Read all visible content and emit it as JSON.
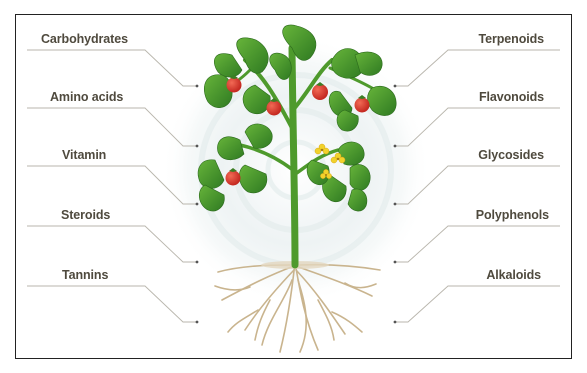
{
  "colors": {
    "label_text": "#4f4a3e",
    "leader_line": "#b9b6ad",
    "stem": "#4e9a2c",
    "leaf": "#3f8f2a",
    "tomato": "#d9342b",
    "flower": "#f2d22b",
    "root": "#c9b48e",
    "halo": "#e3ecee"
  },
  "left_labels": [
    {
      "text": "Carbohydrates"
    },
    {
      "text": "Amino acids"
    },
    {
      "text": "Vitamin"
    },
    {
      "text": "Steroids"
    },
    {
      "text": "Tannins"
    }
  ],
  "right_labels": [
    {
      "text": "Terpenoids"
    },
    {
      "text": "Flavonoids"
    },
    {
      "text": "Glycosides"
    },
    {
      "text": "Polyphenols"
    },
    {
      "text": "Alkaloids"
    }
  ]
}
